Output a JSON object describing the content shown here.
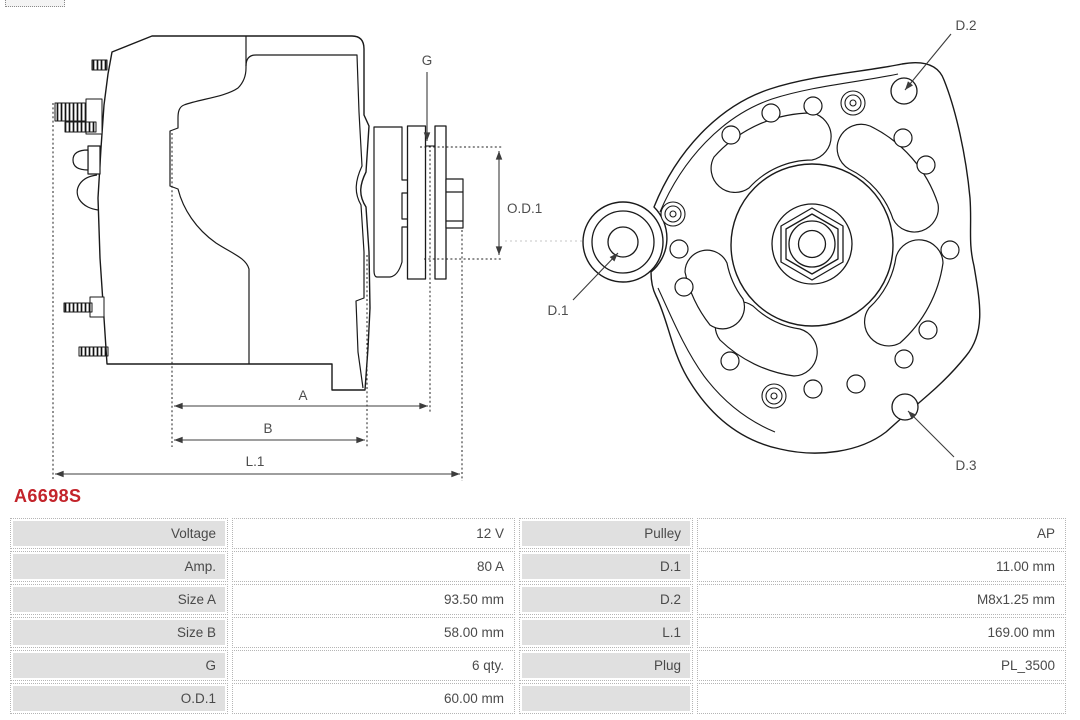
{
  "part_number": "A6698S",
  "diagram": {
    "side_view_labels": {
      "g": "G",
      "od1": "O.D.1",
      "a": "A",
      "b": "B",
      "l1": "L.1"
    },
    "end_view_labels": {
      "d1": "D.1",
      "d2": "D.2",
      "d3": "D.3"
    }
  },
  "spec_table": {
    "left_rows": [
      {
        "label": "Voltage",
        "value": "12 V"
      },
      {
        "label": "Amp.",
        "value": "80 A"
      },
      {
        "label": "Size A",
        "value": "93.50 mm"
      },
      {
        "label": "Size B",
        "value": "58.00 mm"
      },
      {
        "label": "G",
        "value": "6 qty."
      },
      {
        "label": "O.D.1",
        "value": "60.00 mm"
      }
    ],
    "right_rows": [
      {
        "label": "Pulley",
        "value": "AP"
      },
      {
        "label": "D.1",
        "value": "11.00 mm"
      },
      {
        "label": "D.2",
        "value": "M8x1.25 mm"
      },
      {
        "label": "L.1",
        "value": "169.00 mm"
      },
      {
        "label": "Plug",
        "value": "PL_3500"
      },
      {
        "label": "",
        "value": ""
      }
    ]
  },
  "colors": {
    "part_number_red": "#c3242b",
    "table_label_bg": "#e0e0e0",
    "drawing_line": "#1a1a1a",
    "dimension_line": "#3c3c3c"
  }
}
